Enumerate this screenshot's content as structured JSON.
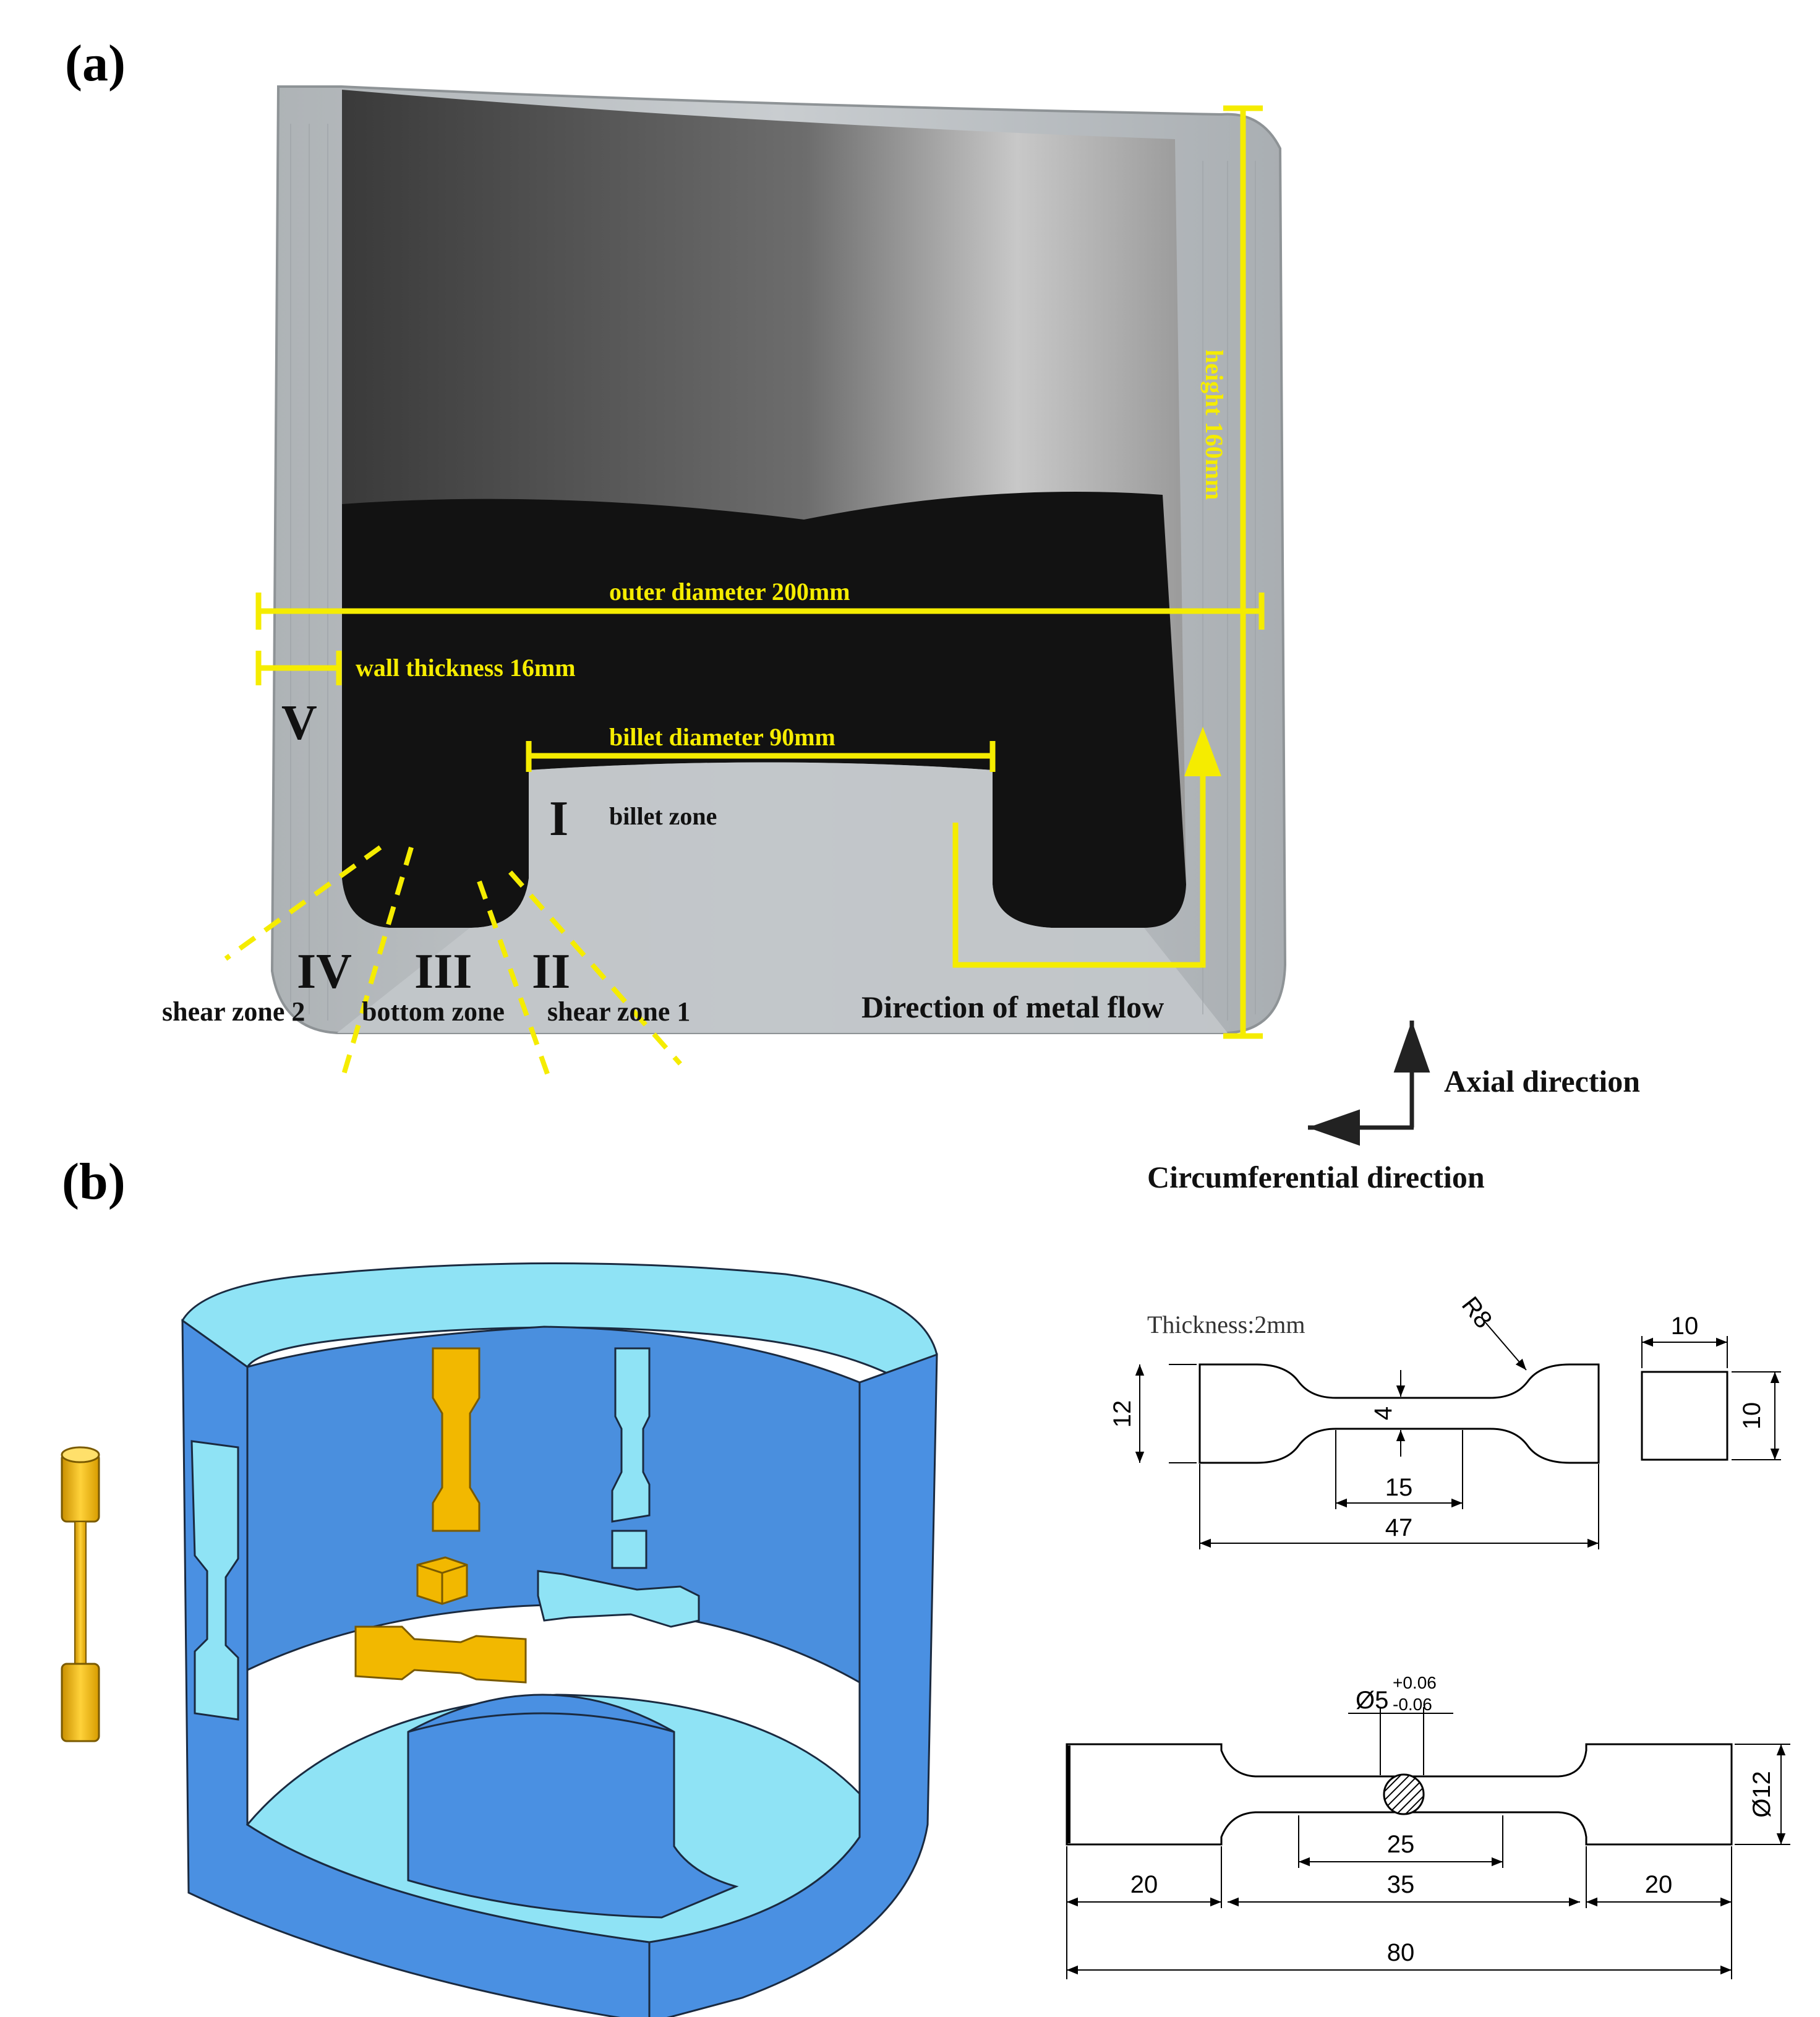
{
  "colors": {
    "annotation_yellow": "#f5ec00",
    "specimen_gold": "#f2b800",
    "part_blue": "#4a90e2",
    "part_cyan": "#8fe3f5",
    "metal_grey": "#b9bdc0",
    "dark_deposit": "#141414"
  },
  "panel_a": {
    "label": "(a)",
    "dims": {
      "height": "height 160mm",
      "outer_diameter": "outer diameter 200mm",
      "wall_thickness": "wall thickness 16mm",
      "billet_diameter": "billet diameter 90mm"
    },
    "zones": {
      "I": "I",
      "I_name": "billet zone",
      "II": "II",
      "II_name": "shear zone 1",
      "III": "III",
      "III_name": "bottom zone",
      "IV": "IV",
      "IV_name": "shear zone 2",
      "V": "V"
    },
    "flow_label": "Direction of metal flow"
  },
  "axes": {
    "axial": "Axial direction",
    "circumferential": "Circumferential direction"
  },
  "panel_b": {
    "label": "(b)",
    "flat_specimen": {
      "thickness_note": "Thickness:2mm",
      "radius": "R8",
      "grip_width": "12",
      "gauge_width": "4",
      "gauge_length": "15",
      "total_length": "47"
    },
    "cube": {
      "width": "10",
      "height": "10"
    },
    "round_specimen": {
      "diameter_symbol": "Ø5",
      "tol_upper": "+0.06",
      "tol_lower": "-0.06",
      "grip_diameter": "Ø12",
      "gauge_length": "25",
      "reduced_length": "35",
      "grip_left": "20",
      "grip_right": "20",
      "total_length": "80"
    }
  }
}
